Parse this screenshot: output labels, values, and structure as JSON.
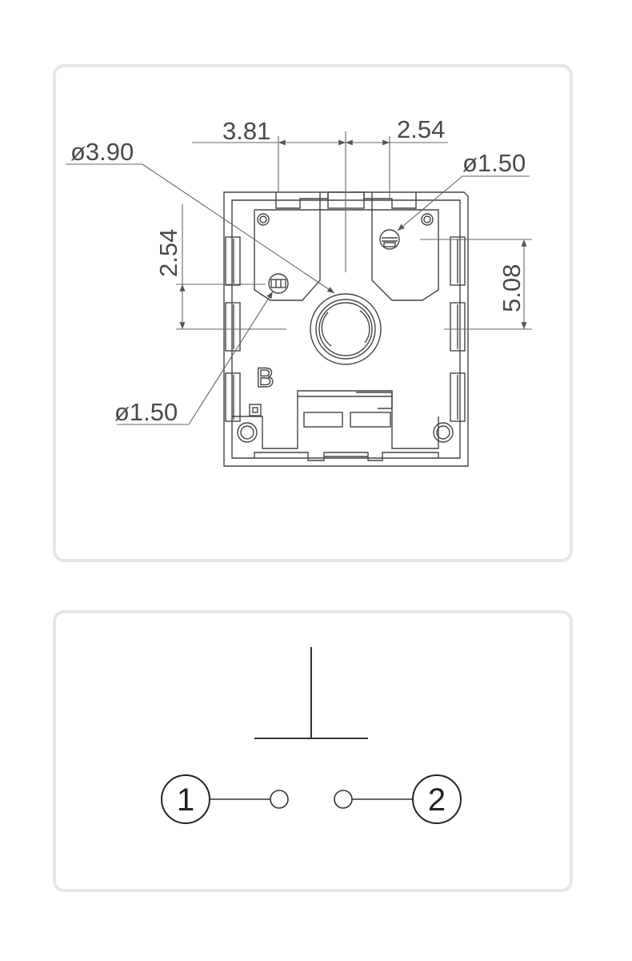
{
  "footprint": {
    "dim_pitch_left": "3.81",
    "dim_pitch_right": "2.54",
    "dim_hole_center": "ø3.90",
    "dim_hole_led_top": "ø1.50",
    "dim_hole_led_left": "ø1.50",
    "dim_vertical_left": "2.54",
    "dim_vertical_right": "5.08",
    "polarity_mark": "B"
  },
  "schematic": {
    "pin1_label": "1",
    "pin2_label": "2"
  }
}
